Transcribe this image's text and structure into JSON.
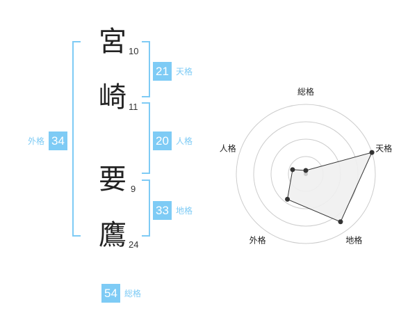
{
  "name": {
    "characters": [
      {
        "char": "宮",
        "strokes": "10"
      },
      {
        "char": "崎",
        "strokes": "11"
      },
      {
        "char": "要",
        "strokes": "9"
      },
      {
        "char": "鷹",
        "strokes": "24"
      }
    ]
  },
  "scores": {
    "tenkaku": {
      "value": "21",
      "label": "天格"
    },
    "jinkaku": {
      "value": "20",
      "label": "人格"
    },
    "chikaku": {
      "value": "33",
      "label": "地格"
    },
    "gaikaku": {
      "value": "34",
      "label": "外格"
    },
    "soukaku": {
      "value": "54",
      "label": "総格"
    }
  },
  "colors": {
    "accent": "#7ecbf5",
    "text": "#222222",
    "ring": "#cccccc",
    "fill": "#f0f0f0"
  },
  "chart_data": {
    "type": "radar",
    "axes": [
      "総格",
      "天格",
      "地格",
      "外格",
      "人格"
    ],
    "values": [
      0.05,
      1.0,
      0.85,
      0.45,
      0.2
    ],
    "max": 1.0,
    "rings": 4
  }
}
